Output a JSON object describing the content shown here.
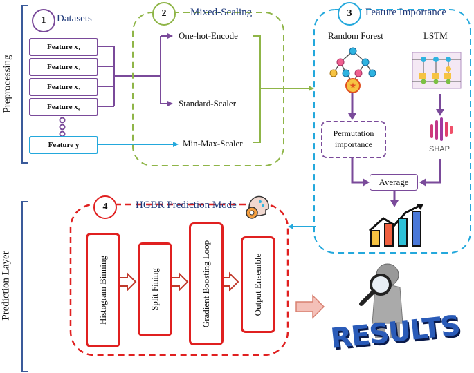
{
  "side_labels": {
    "top": "Preprocessing",
    "bottom": "Prediction Layer"
  },
  "datasets": {
    "number": "1",
    "title": "Datasets",
    "features": [
      "Feature x₁",
      "Feature x₂",
      "Feature x₃",
      "Feature x₄"
    ],
    "target": "Feature y"
  },
  "scaling": {
    "number": "2",
    "title": "Mixed-Scaling",
    "items": [
      "One-hot-Encode",
      "Standard-Scaler",
      "Min-Max-Scaler"
    ]
  },
  "importance": {
    "number": "3",
    "title": "Feature Importance",
    "rf_label": "Random Forest",
    "lstm_label": "LSTM",
    "perm_label": [
      "Permutation",
      "importance"
    ],
    "shap_label": "SHAP",
    "avg_label": "Average"
  },
  "prediction": {
    "number": "4",
    "title": "HGBR Prediction Mode",
    "steps": [
      "Histogram Binning",
      "Split Fining",
      "Gradient Boosting Loop",
      "Output Ensemble"
    ]
  },
  "results_label": "RESULTS",
  "colors": {
    "purple": "#7a4a9a",
    "green": "#8fb548",
    "blue": "#23a8dc",
    "red": "#e02020",
    "title_blue": "#1f3a7a",
    "peach": "#e8a8a0"
  }
}
